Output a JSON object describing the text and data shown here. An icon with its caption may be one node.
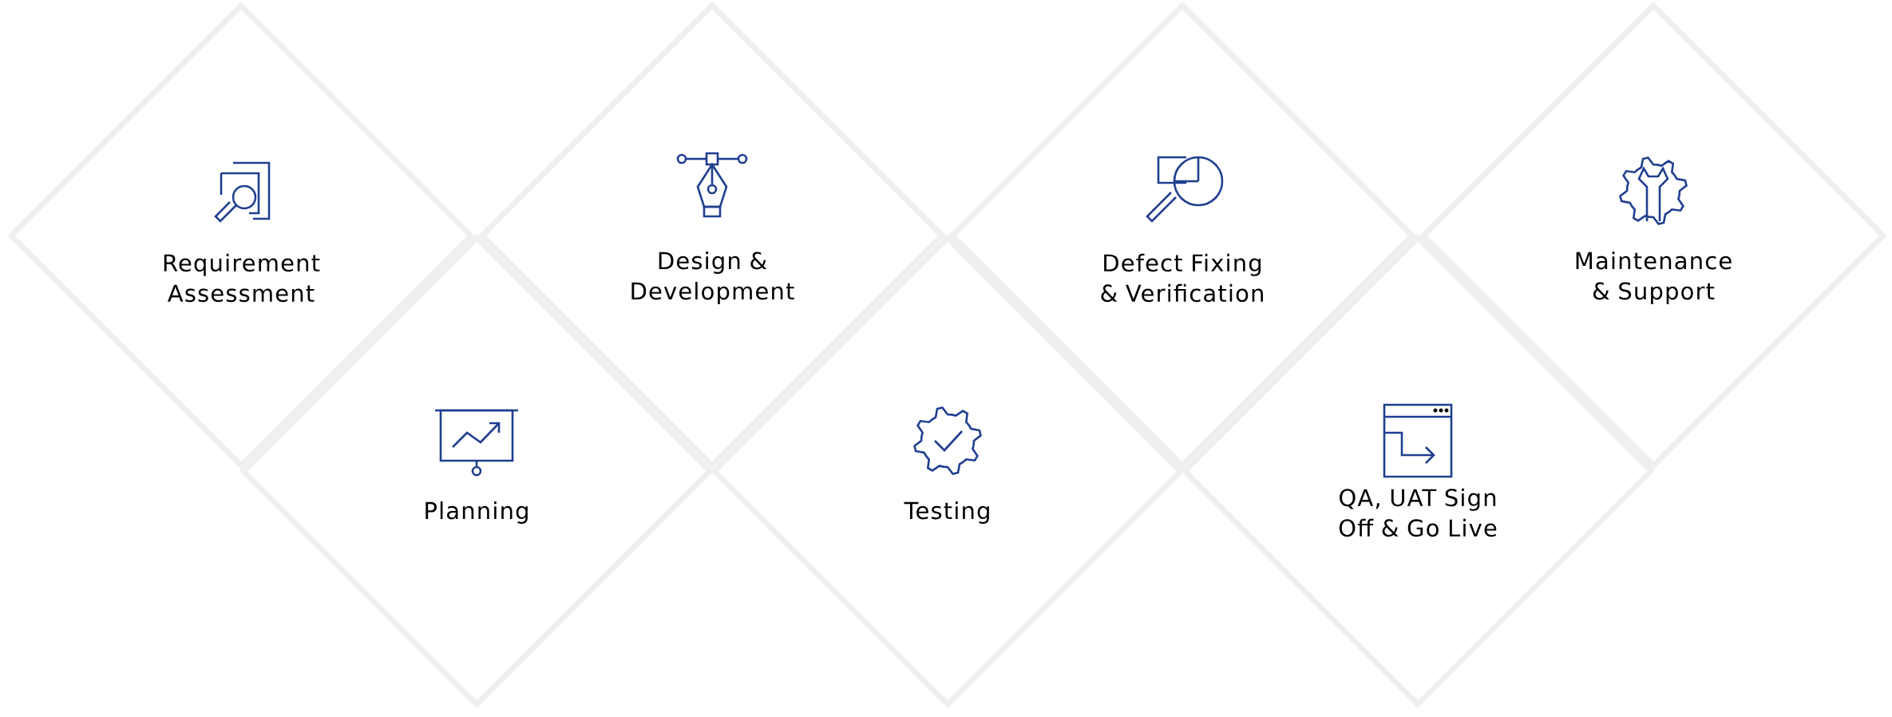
{
  "diagram": {
    "nodes": [
      {
        "text": [
          "Requirement Assessment"
        ]
      },
      {
        "text": [
          "Planning"
        ]
      },
      {
        "text": [
          "Design & Development"
        ]
      },
      {
        "text": [
          "Testing"
        ]
      },
      {
        "text": [
          "Defect Fixing & Verification"
        ]
      },
      {
        "text": [
          "QA, UAT Sign Off & Go Live"
        ]
      },
      {
        "text": [
          "Maintenance & Support"
        ]
      }
    ]
  }
}
